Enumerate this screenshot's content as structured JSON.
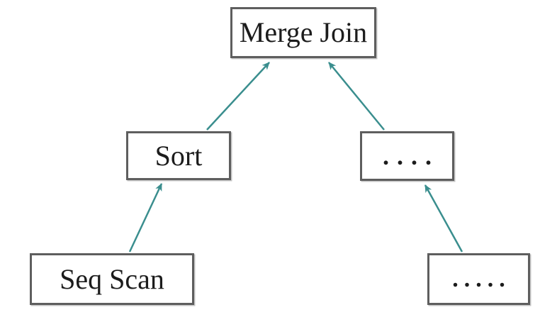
{
  "diagram": {
    "type": "tree",
    "nodes": [
      {
        "id": "merge-join",
        "label": "Merge Join"
      },
      {
        "id": "sort",
        "label": "Sort"
      },
      {
        "id": "subtree-right",
        "label": "...."
      },
      {
        "id": "seq-scan",
        "label": "Seq Scan"
      },
      {
        "id": "subtree-bottom-right",
        "label": "....."
      }
    ],
    "edges": [
      {
        "from": "sort",
        "to": "merge-join"
      },
      {
        "from": "subtree-right",
        "to": "merge-join"
      },
      {
        "from": "seq-scan",
        "to": "sort"
      },
      {
        "from": "subtree-bottom-right",
        "to": "subtree-right"
      }
    ]
  },
  "colors": {
    "arrow": "#3a8e8e",
    "box_border": "#5e5e5e",
    "text": "#1c1c1c",
    "background": "#ffffff"
  }
}
